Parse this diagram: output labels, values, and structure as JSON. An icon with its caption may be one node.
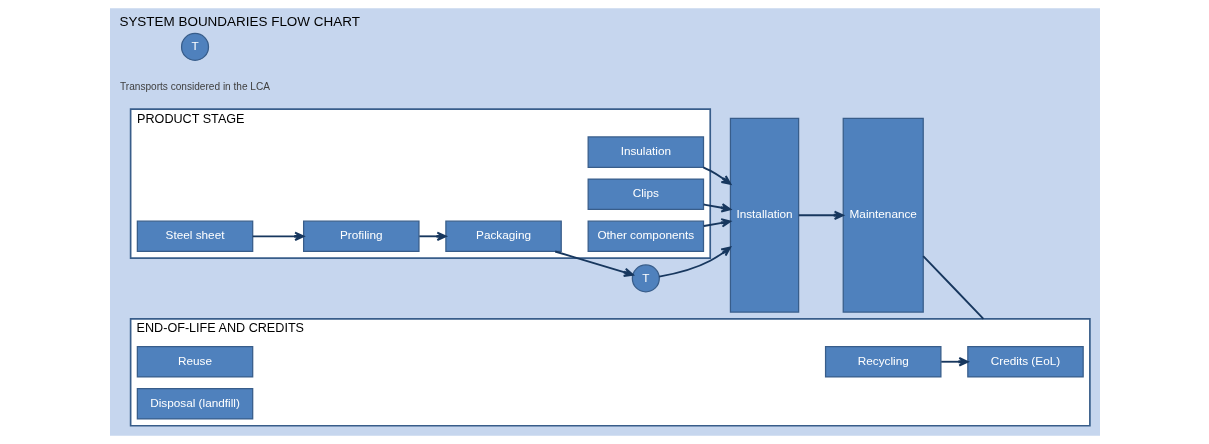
{
  "diagram": {
    "title": "SYSTEM BOUNDARIES FLOW CHART",
    "nodes": [
      {
        "text": [
          "PRODUCT STAGE"
        ]
      },
      {
        "text": [
          "Steel sheet"
        ],
        "in": 0
      },
      {
        "text": [
          "Profiling"
        ],
        "in": 0
      },
      {
        "text": [
          "Packaging"
        ],
        "in": 0
      },
      {
        "text": [
          "Insulation"
        ],
        "in": 0
      },
      {
        "text": [
          "Clips"
        ],
        "in": 0
      },
      {
        "text": [
          "Other components"
        ],
        "in": 0
      },
      {
        "text": [
          "T"
        ]
      },
      {
        "text": [
          "Installation"
        ]
      },
      {
        "text": [
          "Maintenance"
        ]
      },
      {
        "text": [
          "END-OF-LIFE AND CREDITS"
        ]
      },
      {
        "text": [
          "Credits (EoL)"
        ],
        "in": 10
      },
      {
        "text": [
          "Recycling"
        ],
        "in": 10
      },
      {
        "text": [
          "Reuse"
        ],
        "in": 10
      },
      {
        "text": [
          "Disposal (landfill)"
        ],
        "in": 10
      },
      {
        "text": [
          "T"
        ],
        "beside": [
          "Transports considered in the LCA"
        ]
      }
    ],
    "edges": [
      {
        "from": 1,
        "to": 2,
        "arrow": "to"
      },
      {
        "from": 2,
        "to": 3,
        "arrow": "to"
      },
      {
        "from": 3,
        "to": 7,
        "arrow": "to"
      },
      {
        "from": 7,
        "to": 8,
        "arrow": "to"
      },
      {
        "from": 4,
        "to": 8,
        "arrow": "to"
      },
      {
        "from": 5,
        "to": 8,
        "arrow": "to"
      },
      {
        "from": 6,
        "to": 8,
        "arrow": "to"
      },
      {
        "from": 8,
        "to": 9,
        "arrow": "to"
      },
      {
        "from": 9,
        "to": 10,
        "arrow": "none"
      },
      {
        "from": 12,
        "to": 11,
        "arrow": "to"
      }
    ]
  }
}
